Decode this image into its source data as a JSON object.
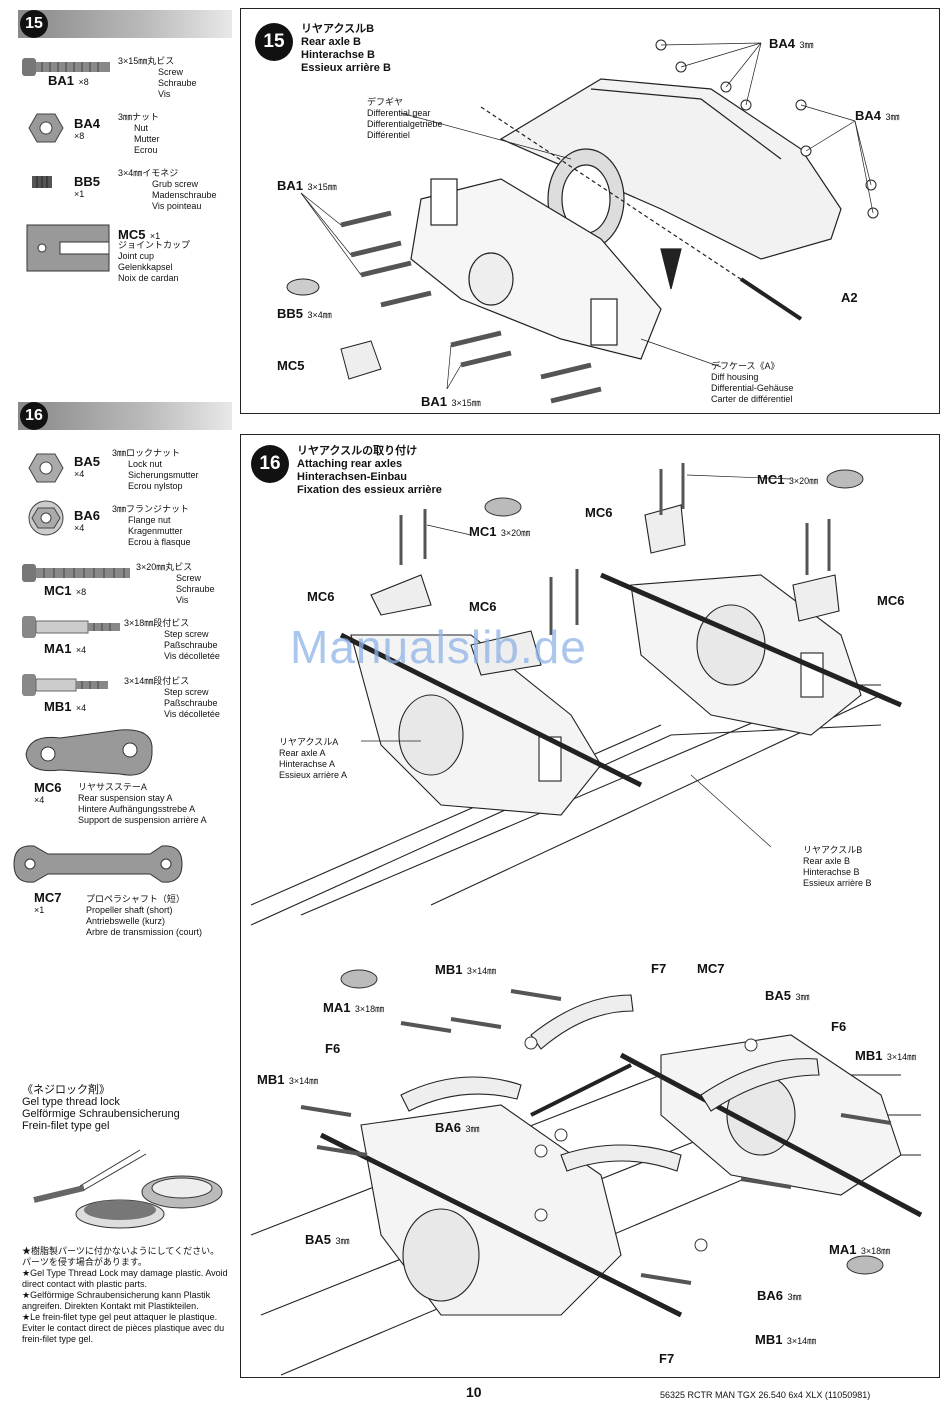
{
  "step15": {
    "number": "15",
    "parts": [
      {
        "code": "BA1",
        "qty": "×8",
        "desc": [
          "3×15㎜丸ビス",
          "Screw",
          "Schraube",
          "Vis"
        ]
      },
      {
        "code": "BA4",
        "qty": "×8",
        "desc": [
          "3㎜ナット",
          "Nut",
          "Mutter",
          "Ecrou"
        ]
      },
      {
        "code": "BB5",
        "qty": "×1",
        "desc": [
          "3×4㎜イモネジ",
          "Grub screw",
          "Madenschraube",
          "Vis pointeau"
        ]
      },
      {
        "code": "MC5",
        "qty": "×1",
        "desc": [
          "ジョイントカップ",
          "Joint cup",
          "Gelenkkapsel",
          "Noix de cardan"
        ]
      }
    ],
    "title": [
      "リヤアクスルB",
      "Rear axle B",
      "Hinterachse B",
      "Essieux arrière B"
    ],
    "labels": {
      "diff_gear": [
        "デフギヤ",
        "Differential gear",
        "Differentialgetriebe",
        "Différentiel"
      ],
      "ba1_left": "BA1",
      "ba1_left_size": "3×15㎜",
      "bb5": "BB5",
      "bb5_size": "3×4㎜",
      "mc5": "MC5",
      "ba1_bottom": "BA1",
      "ba1_bottom_size": "3×15㎜",
      "ba4_top": "BA4",
      "ba4_top_size": "3㎜",
      "ba4_right": "BA4",
      "ba4_right_size": "3㎜",
      "a2": "A2",
      "diff_housing": [
        "デフケース《A》",
        "Diff housing",
        "Differential-Gehäuse",
        "Carter de différentiel"
      ]
    }
  },
  "step16": {
    "number": "16",
    "parts": [
      {
        "code": "BA5",
        "qty": "×4",
        "desc": [
          "3㎜ロックナット",
          "Lock nut",
          "Sicherungsmutter",
          "Ecrou nylstop"
        ]
      },
      {
        "code": "BA6",
        "qty": "×4",
        "desc": [
          "3㎜フランジナット",
          "Flange nut",
          "Kragenmutter",
          "Ecrou à flasque"
        ]
      },
      {
        "code": "MC1",
        "qty": "×8",
        "desc": [
          "3×20㎜丸ビス",
          "Screw",
          "Schraube",
          "Vis"
        ]
      },
      {
        "code": "MA1",
        "qty": "×4",
        "desc": [
          "3×18㎜段付ビス",
          "Step screw",
          "Paßschraube",
          "Vis décolletée"
        ]
      },
      {
        "code": "MB1",
        "qty": "×4",
        "desc": [
          "3×14㎜段付ビス",
          "Step screw",
          "Paßschraube",
          "Vis décolletée"
        ]
      },
      {
        "code": "MC6",
        "qty": "×4",
        "desc": [
          "リヤサスステーA",
          "Rear suspension stay A",
          "Hintere Aufhängungsstrebe A",
          "Support de suspension arrière A"
        ]
      },
      {
        "code": "MC7",
        "qty": "×1",
        "desc": [
          "プロペラシャフト（短）",
          "Propeller shaft (short)",
          "Antriebswelle (kurz)",
          "Arbre de transmission (court)"
        ]
      }
    ],
    "title": [
      "リヤアクスルの取り付け",
      "Attaching rear axles",
      "Hinterachsen-Einbau",
      "Fixation des essieux arrière"
    ],
    "labels": {
      "mc1_a": "MC1",
      "mc1_a_size": "3×20㎜",
      "mc1_b": "MC1",
      "mc1_b_size": "3×20㎜",
      "mc6_a": "MC6",
      "mc6_b": "MC6",
      "mc6_c": "MC6",
      "mc6_d": "MC6",
      "rear_axle_a": [
        "リヤアクスルA",
        "Rear axle A",
        "Hinterachse A",
        "Essieux arrière A"
      ],
      "rear_axle_b": [
        "リヤアクスルB",
        "Rear axle B",
        "Hinterachse B",
        "Essieux arrière B"
      ],
      "mb1_a": "MB1",
      "mb1_a_size": "3×14㎜",
      "ma1_a": "MA1",
      "ma1_a_size": "3×18㎜",
      "f7_a": "F7",
      "mc7": "MC7",
      "ba5_a": "BA5",
      "ba5_a_size": "3㎜",
      "f6_a": "F6",
      "f6_b": "F6",
      "mb1_b": "MB1",
      "mb1_b_size": "3×14㎜",
      "mb1_c": "MB1",
      "mb1_c_size": "3×14㎜",
      "ba6_a": "BA6",
      "ba6_a_size": "3㎜",
      "ba5_b": "BA5",
      "ba5_b_size": "3㎜",
      "ma1_b": "MA1",
      "ma1_b_size": "3×18㎜",
      "ba6_b": "BA6",
      "ba6_b_size": "3㎜",
      "mb1_d": "MB1",
      "mb1_d_size": "3×14㎜",
      "f7_b": "F7"
    }
  },
  "thread_lock": {
    "title": [
      "《ネジロック剤》",
      "Gel type thread lock",
      "Gelförmige Schraubensicherung",
      "Frein-filet type gel"
    ],
    "warnings": [
      "★樹脂製パーツに付かないようにしてください。パーツを侵す場合があります。",
      "★Gel Type Thread Lock may damage plastic. Avoid direct contact with plastic parts.",
      "★Gelförmige Schraubensicherung kann Plastik angreifen. Direkten Kontakt mit Plastikteilen.",
      "★Le frein-filet type gel peut attaquer le plastique. Eviter le contact direct de pièces plastique avec du frein-filet type gel."
    ]
  },
  "watermark": "Manualslib.de",
  "footer": {
    "page": "10",
    "info": "56325 RCTR MAN TGX 26.540 6x4 XLX (11050981)"
  }
}
